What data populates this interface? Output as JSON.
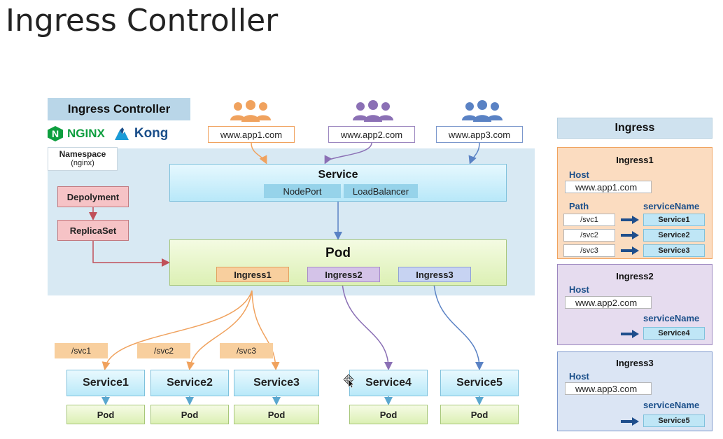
{
  "title": "Ingress Controller",
  "diagram": {
    "ingress_controller_label": "Ingress Controller",
    "logos": {
      "nginx": "NGINX",
      "kong": "Kong"
    },
    "namespace": {
      "line1": "Namespace",
      "line2": "(nginx)"
    },
    "deployment": "Depolyment",
    "replicaset": "ReplicaSet",
    "hosts": [
      "www.app1.com",
      "www.app2.com",
      "www.app3.com"
    ],
    "service": {
      "title": "Service",
      "types": [
        "NodePort",
        "LoadBalancer"
      ]
    },
    "pod": {
      "title": "Pod",
      "ingresses": [
        "Ingress1",
        "Ingress2",
        "Ingress3"
      ]
    },
    "paths": [
      "/svc1",
      "/svc2",
      "/svc3"
    ],
    "backend_services": [
      "Service1",
      "Service2",
      "Service3",
      "Service4",
      "Service5"
    ],
    "backend_pod_label": "Pod",
    "colors": {
      "app1": "#f0a25e",
      "app2": "#8b70b5",
      "app3": "#5a82c4",
      "service": "#5aa7cf",
      "deployment": "#c0505a"
    }
  },
  "ingress_panel": {
    "header": "Ingress",
    "host_label": "Host",
    "path_label": "Path",
    "service_name_label": "serviceName",
    "cards": [
      {
        "title": "Ingress1",
        "host": "www.app1.com",
        "rules": [
          {
            "path": "/svc1",
            "service": "Service1"
          },
          {
            "path": "/svc2",
            "service": "Service2"
          },
          {
            "path": "/svc3",
            "service": "Service3"
          }
        ]
      },
      {
        "title": "Ingress2",
        "host": "www.app2.com",
        "service": "Service4"
      },
      {
        "title": "Ingress3",
        "host": "www.app3.com",
        "service": "Service5"
      }
    ]
  }
}
